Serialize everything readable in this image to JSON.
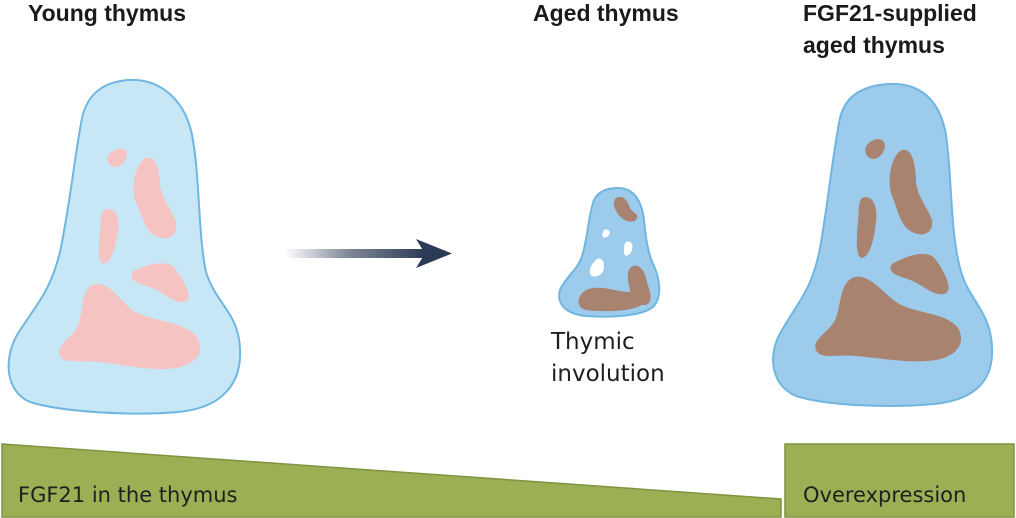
{
  "headings": {
    "young": "Young thymus",
    "aged": "Aged thymus",
    "supplied_line1": "FGF21-supplied",
    "supplied_line2": "aged thymus"
  },
  "labels": {
    "involution_line1": "Thymic",
    "involution_line2": "involution"
  },
  "bars": {
    "decline_label": "FGF21 in the thymus",
    "overexpression_label": "Overexpression"
  },
  "colors": {
    "young_organ_fill": "#c7e7f7",
    "young_patch_fill": "#f6c3c3",
    "aged_organ_fill": "#9ccbec",
    "aged_patch_fill": "#a88470",
    "organ_outline": "#6fb6e0",
    "bar_fill": "#9caf55",
    "bar_outline": "#7d9440",
    "arrow_color": "#2b3a55"
  }
}
